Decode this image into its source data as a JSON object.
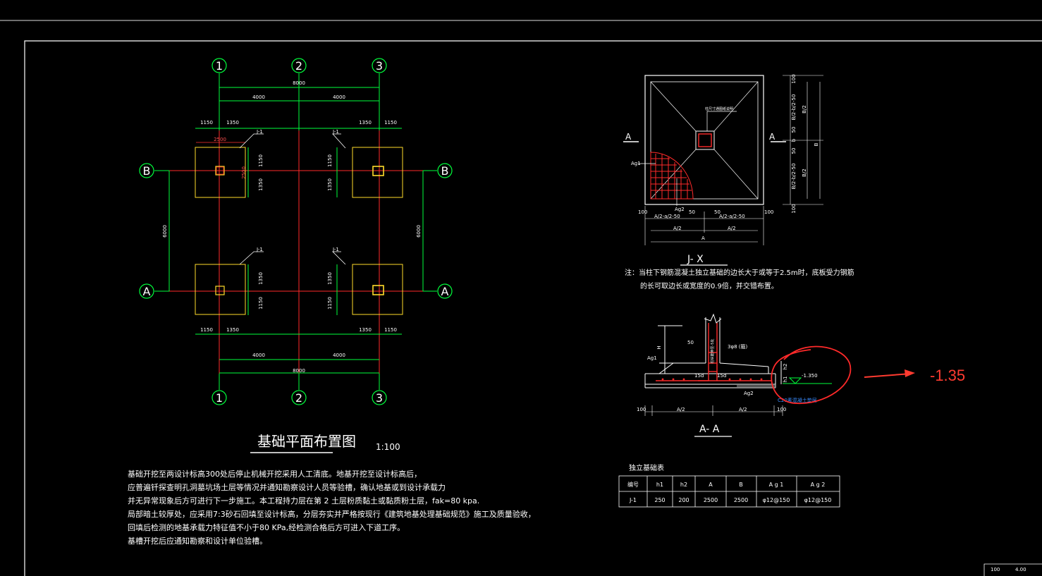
{
  "plan": {
    "axes_top": [
      "1",
      "2",
      "3"
    ],
    "axes_bottom": [
      "1",
      "2",
      "3"
    ],
    "axes_left": [
      "B",
      "A"
    ],
    "axes_right": [
      "B",
      "A"
    ],
    "dims_top": {
      "total": "8000",
      "left_span": "4000",
      "right_span": "4000"
    },
    "dims_bottom": {
      "total": "8000",
      "left_span": "4000",
      "right_span": "4000"
    },
    "dims_side": {
      "left": "6000",
      "right": "6000"
    },
    "footing_dims": {
      "a": "1150",
      "b": "1350",
      "red_width": "2500",
      "red_height": "2500"
    },
    "footing_tag": "J-1",
    "title": "基础平面布置图",
    "scale": "1:100",
    "notes": [
      "基础开挖至两设计标高300处后停止机械开挖采用人工清底。地基开挖至设计标高后，",
      "应普遍钎探查明孔洞墓坑场土层等情况并通知勘察设计人员等验槽，确认地基或到设计承载力",
      "并无异常现象后方可进行下一步施工。本工程持力层在第 2 土层粉质黏土或黏质粉土层，fak=80 kpa.",
      "局部暗土较厚处，应采用7:3砂石回填至设计标高，分层夯实并严格按现行《建筑地基处理基础规范》施工及质量验收，",
      "回填后检测的地基承载力特征值不小于80 KPa,经检测合格后方可进入下道工序。",
      "基槽开挖后应通知勘察和设计单位验槽。"
    ]
  },
  "detail_jx": {
    "title": "J- X",
    "section_mark": "A",
    "label_ag1": "Ag1",
    "label_ag2": "Ag2",
    "label_col": "柱尺寸通图纸说明",
    "dims_bottom": [
      "100",
      "A/2-a/2-50",
      "50",
      "50",
      "A/2-a/2-50",
      "100"
    ],
    "dims_half": [
      "A/2",
      "A/2"
    ],
    "dim_total": "A",
    "dims_right": [
      "100",
      "B/2-b/2-50",
      "50",
      "b",
      "50",
      "B/2-b/2-50",
      "100"
    ],
    "dims_right_outer": [
      "B/2",
      "B/2"
    ],
    "dim_right_total": "B",
    "note_line1": "注：当柱下钢筋混凝土独立基础的边长大于或等于2.5m时，底板受力钢筋",
    "note_line2": "的长可取边长或宽度的0.9倍，并交错布置。"
  },
  "detail_aa": {
    "title": "A- A",
    "label_ag1": "Ag1",
    "label_ag2": "Ag2",
    "label_15d_left": "15d",
    "label_15d_right": "15d",
    "label_50": "50",
    "label_stirrup": "3φ8 (箍)",
    "label_h": "H",
    "label_h1": "h1",
    "label_h2": "h2",
    "elevation": "-1.350",
    "bedding": "C20素混凝土垫层",
    "dims_bottom": [
      "100",
      "A/2",
      "A/2",
      "100"
    ],
    "col_tag": "柱纵筋伸至-5处"
  },
  "table": {
    "caption": "独立基础表",
    "headers": [
      "编号",
      "h1",
      "h2",
      "A",
      "B",
      "A g 1",
      "A g 2"
    ],
    "rows": [
      [
        "J-1",
        "250",
        "200",
        "2500",
        "2500",
        "φ12@150",
        "φ12@150"
      ]
    ]
  },
  "annotation": {
    "value": "-1.35",
    "color": "#ff3b30"
  },
  "corner": {
    "a": "100",
    "b": "4.00"
  }
}
